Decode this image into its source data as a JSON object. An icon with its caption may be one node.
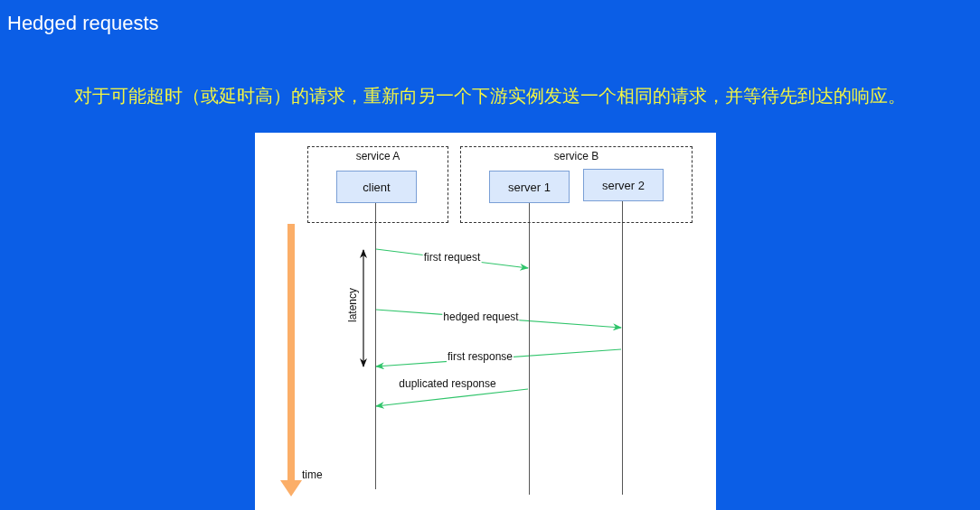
{
  "diagram": {
    "title": "Hedged requests",
    "nodes": [
      {
        "text": [
          "service A"
        ]
      },
      {
        "text": [
          "client"
        ],
        "in": 0
      },
      {
        "text": [
          "service B"
        ]
      },
      {
        "text": [
          "server 1"
        ],
        "in": 2
      },
      {
        "text": [
          "server 2"
        ],
        "in": 2
      },
      {
        "text": [],
        "shape": "line"
      },
      {
        "text": [],
        "shape": "line"
      },
      {
        "text": [],
        "shape": "line"
      }
    ],
    "edges": [
      {
        "from": 5,
        "to": 6,
        "arrow": "to",
        "label": "first request"
      },
      {
        "from": 5,
        "to": 7,
        "arrow": "to",
        "label": "hedged request"
      },
      {
        "from": 7,
        "to": 5,
        "arrow": "to",
        "label": "first response"
      },
      {
        "from": 6,
        "to": 5,
        "arrow": "to",
        "label": "duplicated response"
      }
    ],
    "labels": [
      "对于可能超时（或延时高）的请求，重新向另一个下游实例发送一个相同的请求，并等待先到达的响应。",
      "latency",
      "time"
    ]
  }
}
